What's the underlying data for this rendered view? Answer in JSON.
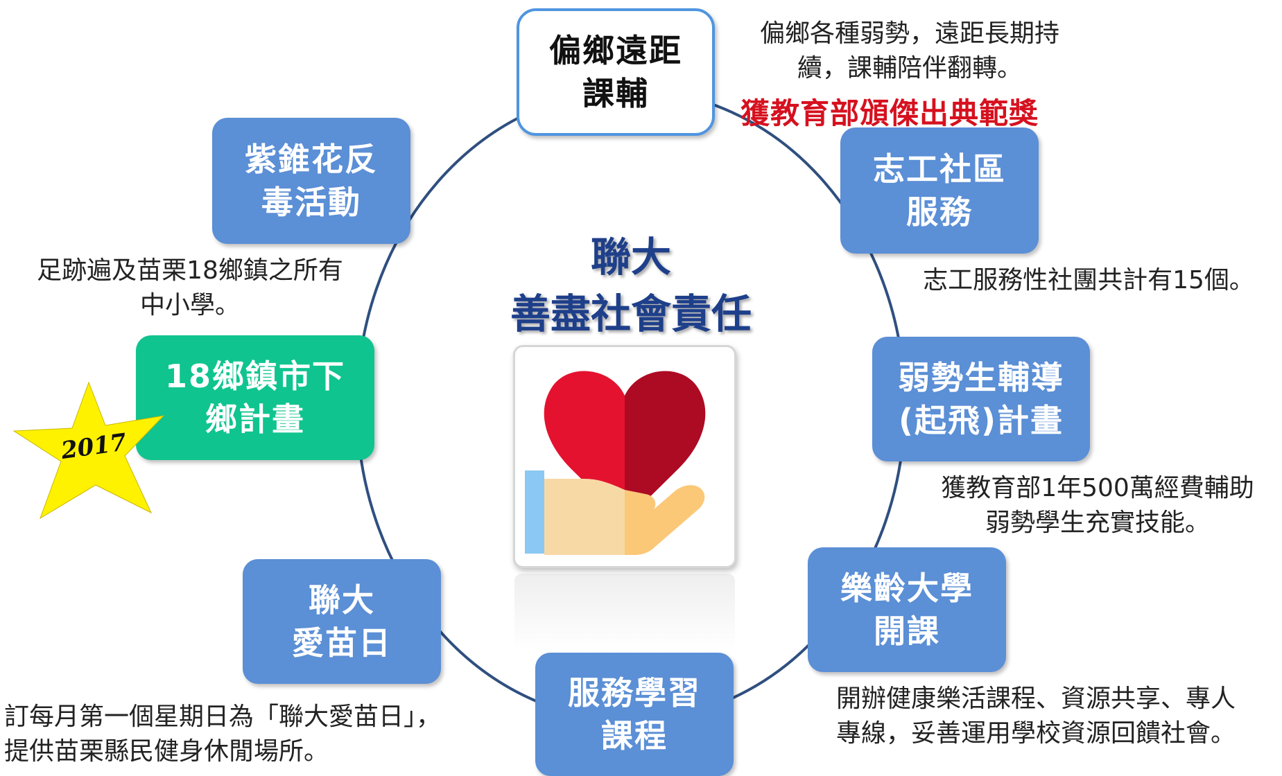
{
  "center": {
    "title": "聯大\n善盡社會責任",
    "icon": "heart-in-hand-icon"
  },
  "nodes": {
    "remote_tutoring": "偏鄉遠距\n課輔",
    "volunteer_service": "志工社區\n服務",
    "disadvantaged_tutoring": "弱勢生輔導\n(起飛)計畫",
    "senior_university": "樂齡大學\n開課",
    "service_learning": "服務學習\n課程",
    "love_miaoli_day": "聯大\n愛苗日",
    "township_program": "18鄉鎮市下\n鄉計畫",
    "anti_drug": "紫錐花反\n毒活動"
  },
  "descriptions": {
    "remote_tutoring": "偏鄉各種弱勢，遠距長期持\n續，課輔陪伴翻轉。",
    "remote_tutoring_award": "獲教育部頒傑出典範獎",
    "volunteer_service": "志工服務性社團共計有15個。",
    "disadvantaged_tutoring": "獲教育部1年500萬經費輔助\n弱勢學生充實技能。",
    "senior_university": "開辦健康樂活課程、資源共享、專人\n專線，妥善運用學校資源回饋社會。",
    "love_miaoli_day": "訂每月第一個星期日為「聯大愛苗日」，\n提供苗栗縣民健身休閒場所。",
    "township_program": "足跡遍及苗栗18鄉鎮之所有\n中小學。"
  },
  "badge": {
    "year": "2017",
    "color": "#fff200"
  },
  "colors": {
    "node_blue": "#5b8fd6",
    "node_green": "#0fc48f",
    "featured_border": "#4f95e0",
    "ring": "#2f4f7f",
    "award_red": "#d6111f",
    "center_title": "#1e3f8a"
  }
}
